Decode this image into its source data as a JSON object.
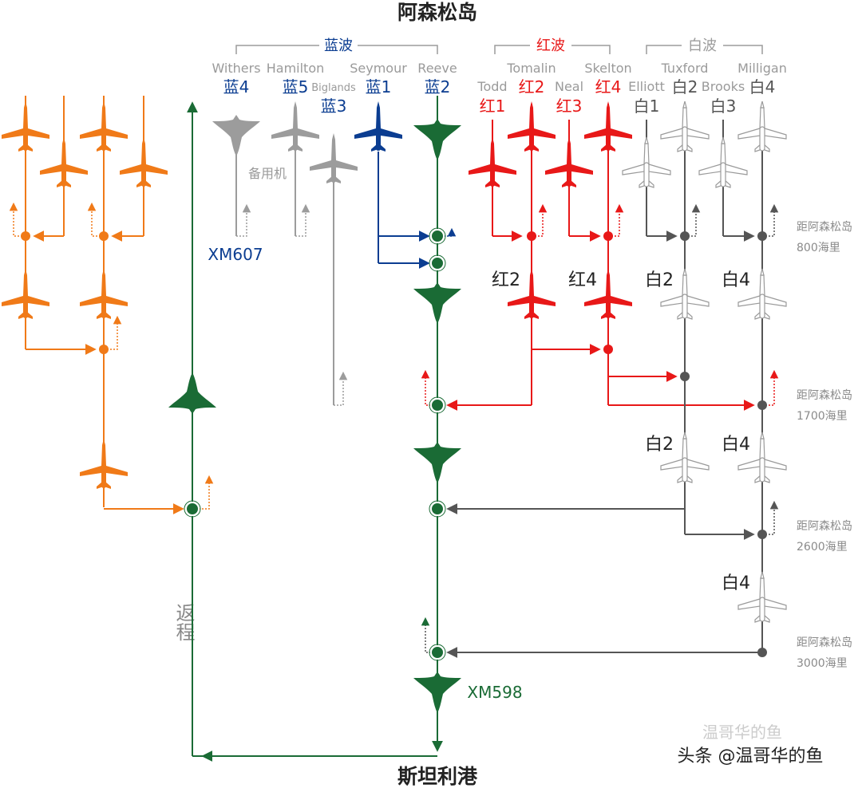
{
  "titles": {
    "top": "阿森松岛",
    "bottom": "斯坦利港"
  },
  "waves": {
    "blue": "蓝波",
    "red": "红波",
    "white": "白波"
  },
  "crew": {
    "withers": "Withers",
    "hamilton": "Hamilton",
    "biglands": "Biglands",
    "seymour": "Seymour",
    "reeve": "Reeve",
    "tomalin": "Tomalin",
    "todd": "Todd",
    "neal": "Neal",
    "skelton": "Skelton",
    "tuxford": "Tuxford",
    "elliott": "Elliott",
    "brooks": "Brooks",
    "milligan": "Milligan"
  },
  "callsigns": {
    "blue4": "蓝4",
    "blue5": "蓝5",
    "blue3": "蓝3",
    "blue1": "蓝1",
    "blue2": "蓝2",
    "red1": "红1",
    "red2": "红2",
    "red3": "红3",
    "red4": "红4",
    "white1": "白1",
    "white2": "白2",
    "white3": "白3",
    "white4": "白4"
  },
  "spare_label": "备用机",
  "xm607": "XM607",
  "xm598": "XM598",
  "return_label": "返程",
  "distances": {
    "d800": {
      "line1": "距阿森松岛",
      "line2": "800海里"
    },
    "d1700": {
      "line1": "距阿森松岛",
      "line2": "1700海里"
    },
    "d2600": {
      "line1": "距阿森松岛",
      "line2": "2600海里"
    },
    "d3000": {
      "line1": "距阿森松岛",
      "line2": "3000海里"
    }
  },
  "watermark": {
    "faint": "温哥华的鱼",
    "main": "头条 @温哥华的鱼"
  },
  "colors": {
    "blue": "#0b3d91",
    "red": "#e81818",
    "orange": "#f07a18",
    "green": "#1a6b35",
    "gray": "#9c9c9c",
    "dark": "#555555",
    "outline": "#9a9a9a"
  }
}
